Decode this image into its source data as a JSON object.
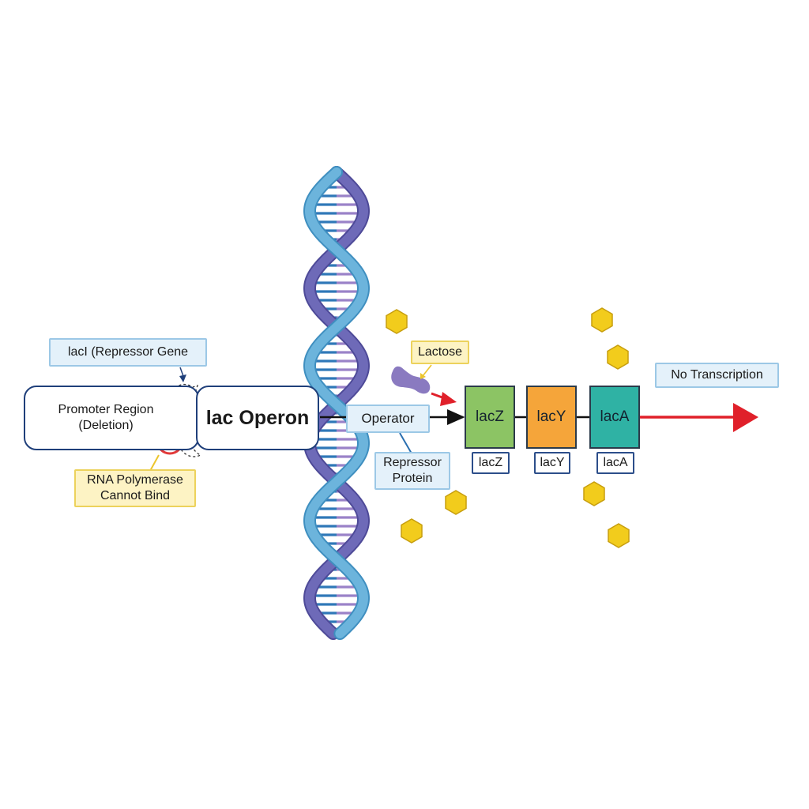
{
  "labels": {
    "laci": "lacI (Repressor Gene",
    "promoter_line1": "Promoter Region",
    "promoter_line2": "(Deletion)",
    "operon": "lac Operon",
    "rna_line1": "RNA Polymerase",
    "rna_line2": "Cannot Bind",
    "operator": "Operator",
    "repressor_line1": "Repressor",
    "repressor_line2": "Protein",
    "lactose": "Lactose",
    "no_transcription": "No Transcription"
  },
  "genes": [
    {
      "name": "lacZ",
      "tag": "lacZ",
      "color": "#8cc464"
    },
    {
      "name": "lacY",
      "tag": "lacY",
      "color": "#f5a53a"
    },
    {
      "name": "lacA",
      "tag": "lacA",
      "color": "#2fb2a4"
    }
  ],
  "colors": {
    "strand_dark": "#6e6ab8",
    "strand_light": "#6cb4dc",
    "rung_blue": "#2f78b8",
    "rung_purple": "#9a82c8",
    "arrow_red": "#e0202a",
    "hexagon": "#f2cc1c",
    "repressor_blob": "#8a7ac0",
    "blocked_red": "#e23a3a"
  },
  "icons": [
    "blocked-icon",
    "lactose-hexagon-icon"
  ]
}
